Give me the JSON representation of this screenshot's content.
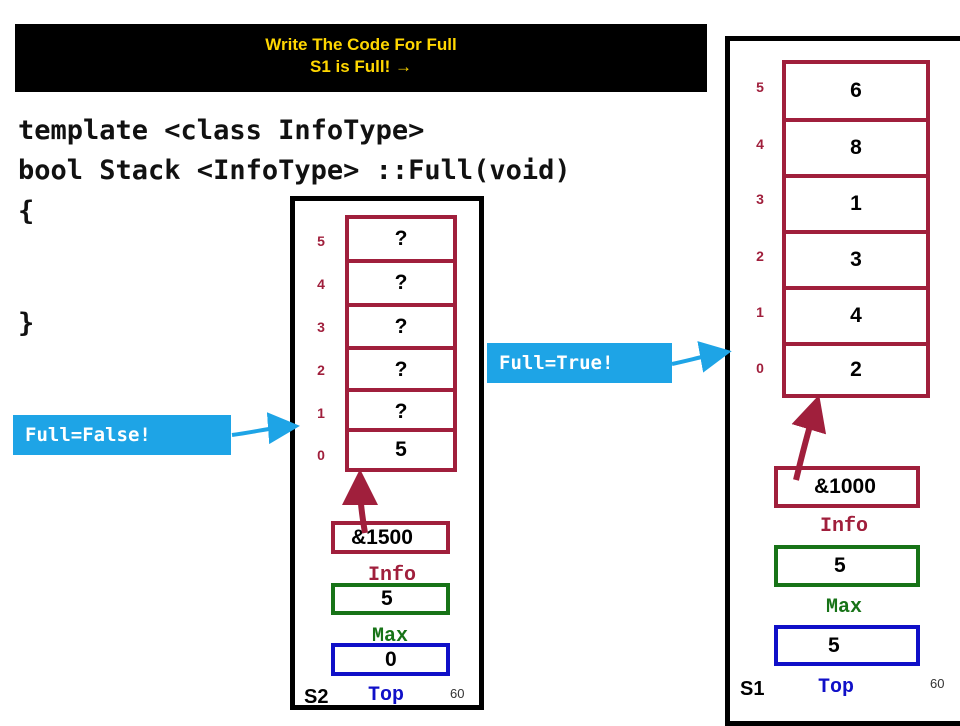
{
  "banner": {
    "line1": "Write The Code For Full",
    "line2": "S1 is Full!  →"
  },
  "code": {
    "line1": "template <class InfoType>",
    "line2": "bool Stack <InfoType> ::Full(void)",
    "line3": "{",
    "line4": "}"
  },
  "callouts": {
    "full_false": "Full=False!",
    "full_true": "Full=True!"
  },
  "s2": {
    "name": "S2",
    "indices": [
      "5",
      "4",
      "3",
      "2",
      "1",
      "0"
    ],
    "cells": [
      "?",
      "?",
      "?",
      "?",
      "?",
      "5"
    ],
    "info_value": "&1500",
    "info_label": "Info",
    "max_value": "5",
    "max_label": "Max",
    "top_value": "0",
    "top_label": "Top",
    "page_number": "60"
  },
  "s1": {
    "name": "S1",
    "indices": [
      "5",
      "4",
      "3",
      "2",
      "1",
      "0"
    ],
    "cells": [
      "6",
      "8",
      "1",
      "3",
      "4",
      "2"
    ],
    "info_value": "&1000",
    "info_label": "Info",
    "max_value": "5",
    "max_label": "Max",
    "top_value": "5",
    "top_label": "Top",
    "page_number": "60"
  },
  "colors": {
    "info": "#a01f3c",
    "max": "#177317",
    "top": "#1010c8",
    "callout": "#1ea4e6",
    "banner_text": "#ffd700"
  }
}
